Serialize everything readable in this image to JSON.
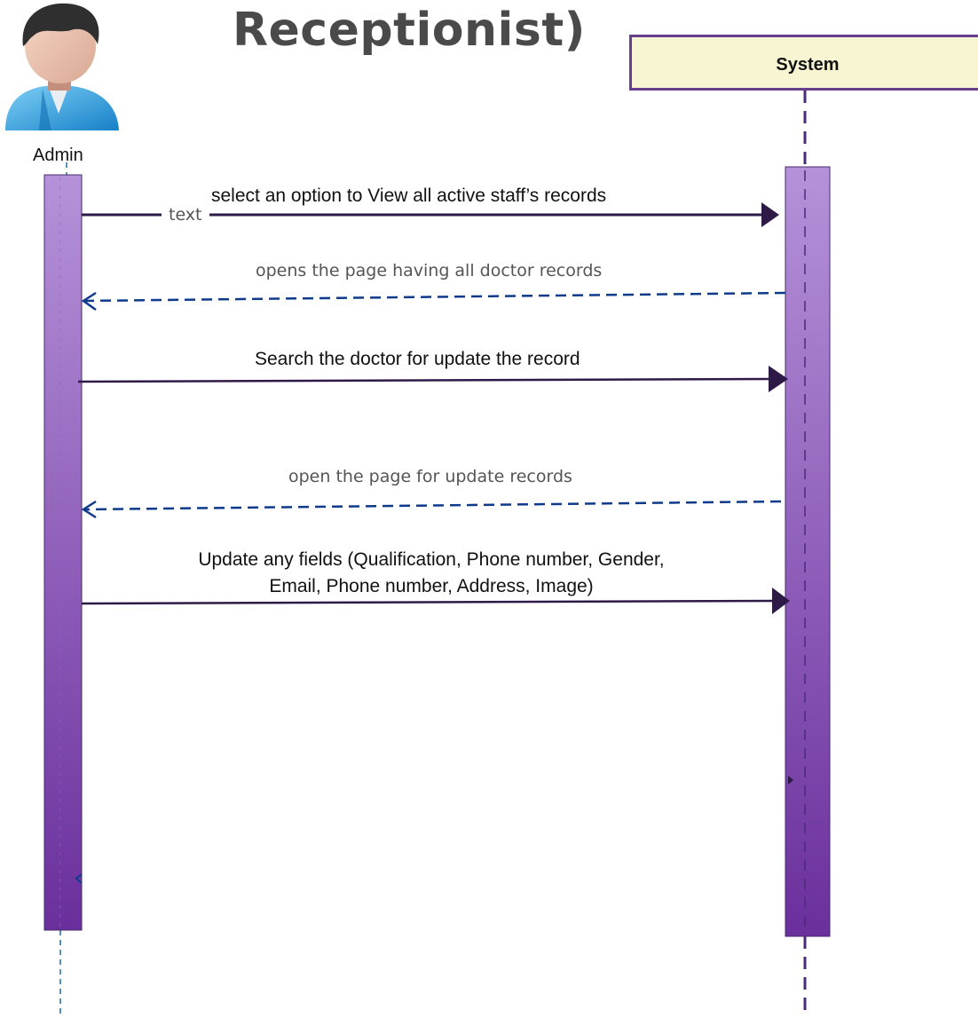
{
  "diagram": {
    "title_fragment": "Receptionist)",
    "actor": {
      "label": "Admin",
      "icon": "user-avatar-icon"
    },
    "system": {
      "label": "System"
    },
    "messages": [
      {
        "text": "select an option to  View all active staff’s records",
        "kind": "call",
        "inline_label": "text"
      },
      {
        "text": "opens the page having all doctor records",
        "kind": "return"
      },
      {
        "text": "Search the doctor for update the record",
        "kind": "call"
      },
      {
        "text": "open the page for update records",
        "kind": "return"
      },
      {
        "text_line1": "Update any fields (Qualification, Phone number, Gender,",
        "text_line2": "Email, Phone number, Address, Image)",
        "kind": "call"
      }
    ],
    "colors": {
      "activation_top": "#b592d9",
      "activation_bottom": "#6a2f9c",
      "call_arrow": "#2e1a47",
      "return_arrow": "#0e3a8c",
      "system_box_fill": "#f7f5d2",
      "system_box_border": "#6a3e8f"
    }
  }
}
